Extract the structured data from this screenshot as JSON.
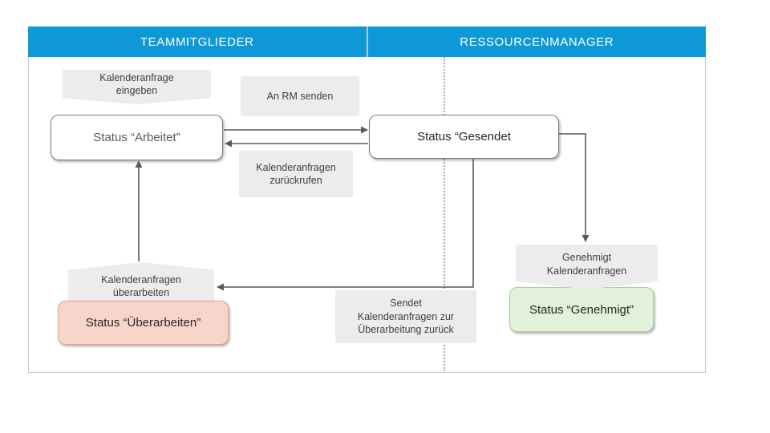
{
  "header": {
    "left_lane": "TEAMMITGLIEDER",
    "right_lane": "RESSOURCENMANAGER"
  },
  "colors": {
    "header_bg": "#0e99d6",
    "label_bg": "#ececec",
    "line": "#595959",
    "pink_fill": "#f8d5cb",
    "pink_border": "#e8a190",
    "green_fill": "#e2f1dc",
    "green_border": "#a7d29a"
  },
  "nodes": {
    "eingeben": {
      "line1": "Kalenderanfrage",
      "line2": "eingeben"
    },
    "an_rm": {
      "label": "An RM senden"
    },
    "arbeitet": {
      "label": "Status “Arbeitet”"
    },
    "gesendet": {
      "label": "Status “Gesendet"
    },
    "zurueckrufen": {
      "line1": "Kalenderanfragen",
      "line2": "zurückrufen"
    },
    "ueberarbeiten_label": {
      "line1": "Kalenderanfragen",
      "line2": "überarbeiten"
    },
    "ueberarbeiten_status": {
      "label": "Status “Überarbeiten”"
    },
    "sendet": {
      "line1": "Sendet",
      "line2": "Kalenderanfragen zur",
      "line3": "Überarbeitung zurück"
    },
    "genehmigt_label": {
      "line1": "Genehmigt",
      "line2": "Kalenderanfragen"
    },
    "genehmigt_status": {
      "label": "Status “Genehmigt”"
    }
  }
}
